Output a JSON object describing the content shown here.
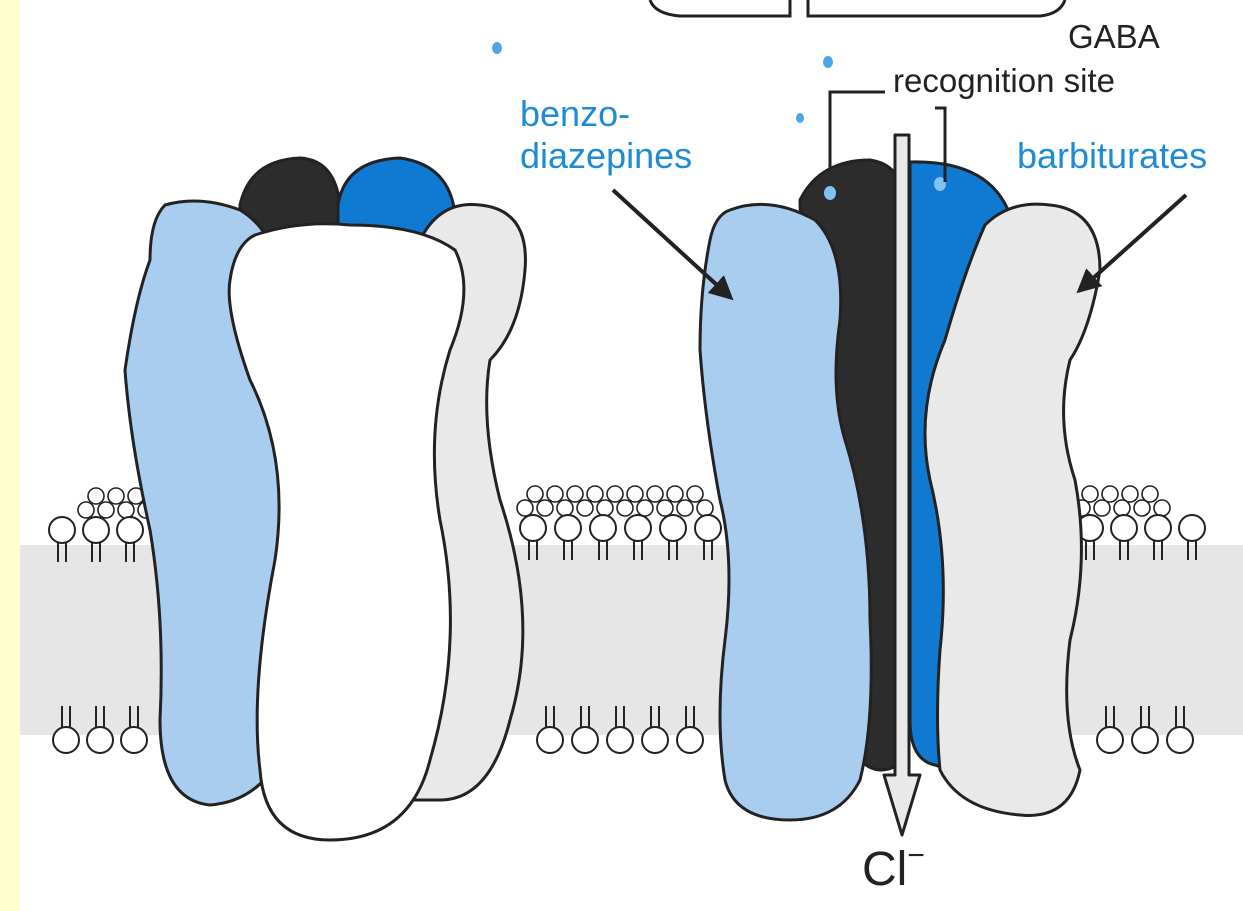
{
  "labels": {
    "gaba_line1": "GABA",
    "gaba_line2": "recognition site",
    "benzo_line1": "benzo-",
    "benzo_line2": "diazepines",
    "barbiturates": "barbiturates",
    "chloride": "Cl",
    "chloride_charge": "−"
  },
  "colors": {
    "light_blue": "#a9cdef",
    "mid_blue": "#1079d2",
    "dark_subunit": "#2c2c2c",
    "light_gray_subunit": "#e9e9ea",
    "white_subunit": "#ffffff",
    "membrane_band": "#e6e6e6",
    "label_blue": "#1d8bd6",
    "background_border": "#fefecf"
  },
  "icons": {
    "gaba_molecule": "gaba-droplet-icon",
    "lipid": "phospholipid-icon",
    "arrow": "ion-flow-arrow-icon"
  }
}
